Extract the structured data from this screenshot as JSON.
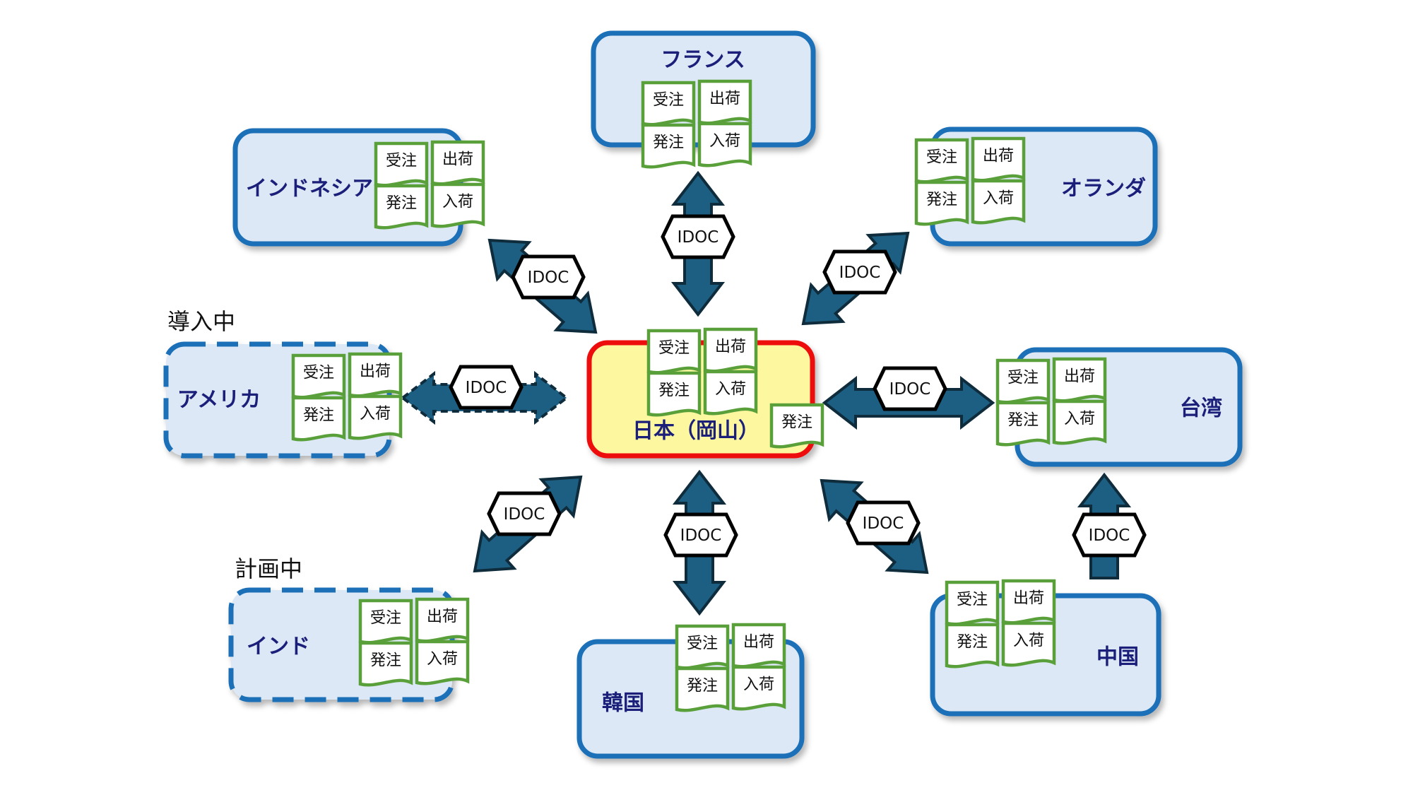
{
  "diagram": {
    "colors": {
      "box_fill": "#dce8f5",
      "box_stroke": "#1a6fb8",
      "hub_fill": "#fdf8a0",
      "hub_stroke": "#ee1111",
      "label_text": "#1b1f7a",
      "doc_stroke": "#5aa03a",
      "doc_fill": "#ffffff",
      "arrow_fill": "#1d5f82",
      "arrow_stroke": "#0f2c3c"
    },
    "status_labels": {
      "in_progress": "導入中",
      "planned": "計画中"
    },
    "doc_labels": {
      "order_received": "受注",
      "shipment": "出荷",
      "purchase_order": "発注",
      "receipt": "入荷"
    },
    "interface_label": "IDOC",
    "hub": {
      "name": "日本（岡山）",
      "extra_doc": "発注"
    },
    "sites": [
      {
        "id": "france",
        "name": "フランス",
        "status": "active"
      },
      {
        "id": "indonesia",
        "name": "インドネシア",
        "status": "active"
      },
      {
        "id": "netherlands",
        "name": "オランダ",
        "status": "active"
      },
      {
        "id": "usa",
        "name": "アメリカ",
        "status": "in_progress"
      },
      {
        "id": "taiwan",
        "name": "台湾",
        "status": "active"
      },
      {
        "id": "india",
        "name": "インド",
        "status": "planned"
      },
      {
        "id": "korea",
        "name": "韓国",
        "status": "active"
      },
      {
        "id": "china",
        "name": "中国",
        "status": "active"
      }
    ],
    "connections": [
      {
        "from": "japan",
        "to": "france",
        "label": "IDOC",
        "direction": "both"
      },
      {
        "from": "japan",
        "to": "indonesia",
        "label": "IDOC",
        "direction": "both"
      },
      {
        "from": "japan",
        "to": "netherlands",
        "label": "IDOC",
        "direction": "both"
      },
      {
        "from": "japan",
        "to": "usa",
        "label": "IDOC",
        "direction": "both",
        "style": "dashed"
      },
      {
        "from": "japan",
        "to": "taiwan",
        "label": "IDOC",
        "direction": "both"
      },
      {
        "from": "japan",
        "to": "india",
        "label": "IDOC",
        "direction": "both"
      },
      {
        "from": "japan",
        "to": "korea",
        "label": "IDOC",
        "direction": "both"
      },
      {
        "from": "japan",
        "to": "china",
        "label": "IDOC",
        "direction": "both"
      },
      {
        "from": "china",
        "to": "taiwan",
        "label": "IDOC",
        "direction": "single"
      }
    ]
  }
}
